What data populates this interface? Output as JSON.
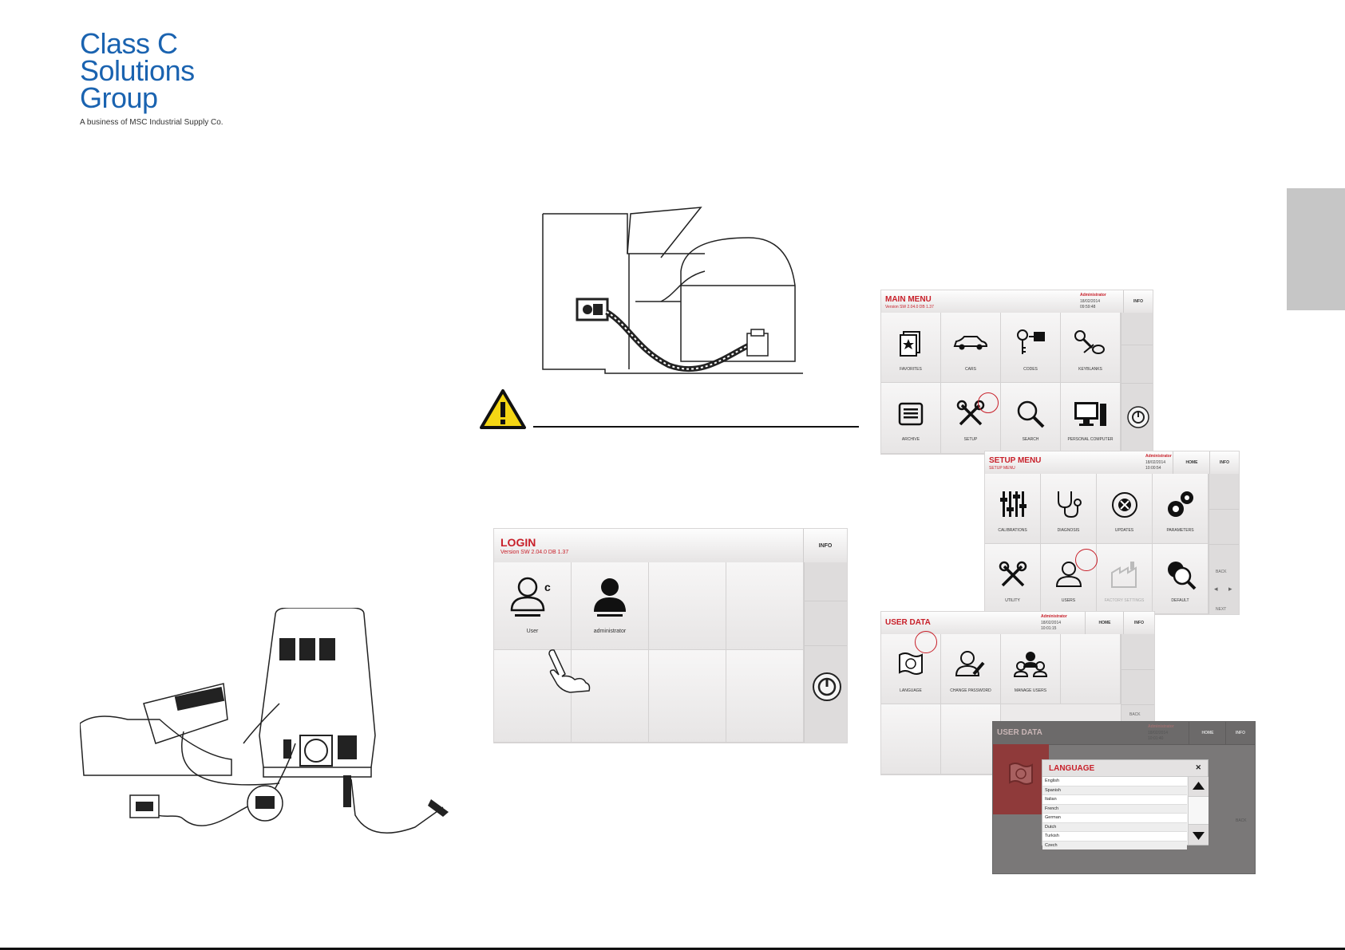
{
  "brand": {
    "line1": "Class C",
    "line2": "Solutions",
    "line3": "Group",
    "tagline": "A business of MSC Industrial Supply Co."
  },
  "login": {
    "title": "LOGIN",
    "version": "Version SW 2.04.0 DB 1.37",
    "info": "INFO",
    "tiles": [
      {
        "label": "User",
        "icon": "user-icon"
      },
      {
        "label": "administrator",
        "icon": "admin-icon"
      }
    ],
    "power_icon": "power-icon"
  },
  "main_menu": {
    "title": "MAIN MENU",
    "version": "Version SW 2.04.0 DB 1.37",
    "user": "Administrator",
    "date": "18/02/2014",
    "time": "09:59:48",
    "info": "INFO",
    "tiles": [
      {
        "label": "FAVORITES",
        "icon": "favorites-icon"
      },
      {
        "label": "CARS",
        "icon": "car-icon"
      },
      {
        "label": "CODES",
        "icon": "codes-icon"
      },
      {
        "label": "KEYBLANKS",
        "icon": "keyblanks-icon"
      },
      {
        "label": "ARCHIVE",
        "icon": "archive-icon"
      },
      {
        "label": "SETUP",
        "icon": "setup-icon"
      },
      {
        "label": "SEARCH",
        "icon": "search-icon"
      },
      {
        "label": "PERSONAL COMPUTER",
        "icon": "computer-icon"
      }
    ]
  },
  "setup_menu": {
    "title": "SETUP MENU",
    "subtitle": "SETUP MENU",
    "user": "Administrator",
    "date": "18/02/2014",
    "time": "10:00:54",
    "home": "HOME",
    "info": "INFO",
    "back": "BACK",
    "next": "NEXT",
    "tiles": [
      {
        "label": "CALIBRATIONS",
        "icon": "calibrations-icon"
      },
      {
        "label": "DIAGNOSIS",
        "icon": "diagnosis-icon"
      },
      {
        "label": "UPDATES",
        "icon": "updates-icon"
      },
      {
        "label": "PARAMETERS",
        "icon": "parameters-icon"
      },
      {
        "label": "UTILITY",
        "icon": "utility-icon"
      },
      {
        "label": "USERS",
        "icon": "users-icon"
      },
      {
        "label": "FACTORY SETTINGS",
        "icon": "factory-icon"
      },
      {
        "label": "DEFAULT",
        "icon": "default-icon"
      }
    ]
  },
  "user_data": {
    "title": "USER DATA",
    "user": "Administrator",
    "date": "18/02/2014",
    "time": "10:01:15",
    "home": "HOME",
    "info": "INFO",
    "back": "BACK",
    "tiles": [
      {
        "label": "LANGUAGE",
        "icon": "language-icon"
      },
      {
        "label": "CHANGE PASSWORD",
        "icon": "password-icon"
      },
      {
        "label": "MANAGE USERS",
        "icon": "manage-users-icon"
      }
    ]
  },
  "language_dialog": {
    "screen_title": "USER DATA",
    "user": "Administrator",
    "date": "18/02/2014",
    "time": "10:01:40",
    "home": "HOME",
    "info": "INFO",
    "back": "BACK",
    "title": "LANGUAGE",
    "close": "✕",
    "languages": [
      "English",
      "Spanish",
      "Italian",
      "French",
      "German",
      "Dutch",
      "Turkish",
      "Czech"
    ]
  }
}
